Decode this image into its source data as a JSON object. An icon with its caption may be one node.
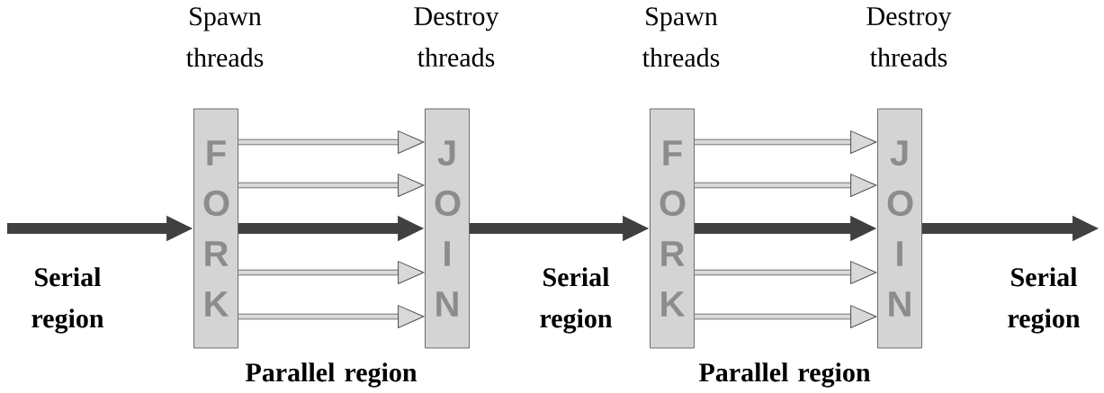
{
  "diagram": {
    "nodes": [
      {
        "text": [
          "FORK"
        ],
        "beside": [
          "Spawn threads"
        ]
      },
      {
        "text": [
          "JOIN"
        ],
        "beside": [
          "Destroy threads"
        ]
      },
      {
        "text": [
          "FORK"
        ],
        "beside": [
          "Spawn threads"
        ]
      },
      {
        "text": [
          "JOIN"
        ],
        "beside": [
          "Destroy threads"
        ]
      }
    ],
    "edges": [
      {
        "from": null,
        "to": 0,
        "arrow": "to",
        "style": "thick",
        "color": "#404040"
      },
      {
        "from": 0,
        "to": 1,
        "arrow": "to"
      },
      {
        "from": 0,
        "to": 1,
        "arrow": "to"
      },
      {
        "from": 0,
        "to": 1,
        "arrow": "to",
        "style": "thick",
        "color": "#404040"
      },
      {
        "from": 0,
        "to": 1,
        "arrow": "to"
      },
      {
        "from": 0,
        "to": 1,
        "arrow": "to"
      },
      {
        "from": 1,
        "to": 2,
        "arrow": "to",
        "style": "thick",
        "color": "#404040"
      },
      {
        "from": 2,
        "to": 3,
        "arrow": "to"
      },
      {
        "from": 2,
        "to": 3,
        "arrow": "to"
      },
      {
        "from": 2,
        "to": 3,
        "arrow": "to",
        "style": "thick",
        "color": "#404040"
      },
      {
        "from": 2,
        "to": 3,
        "arrow": "to"
      },
      {
        "from": 2,
        "to": 3,
        "arrow": "to"
      },
      {
        "from": 3,
        "to": null,
        "arrow": "to",
        "style": "thick",
        "color": "#404040"
      }
    ],
    "labels": [
      "Serial region",
      "Parallel region",
      "Serial region",
      "Parallel region",
      "Serial region"
    ]
  }
}
